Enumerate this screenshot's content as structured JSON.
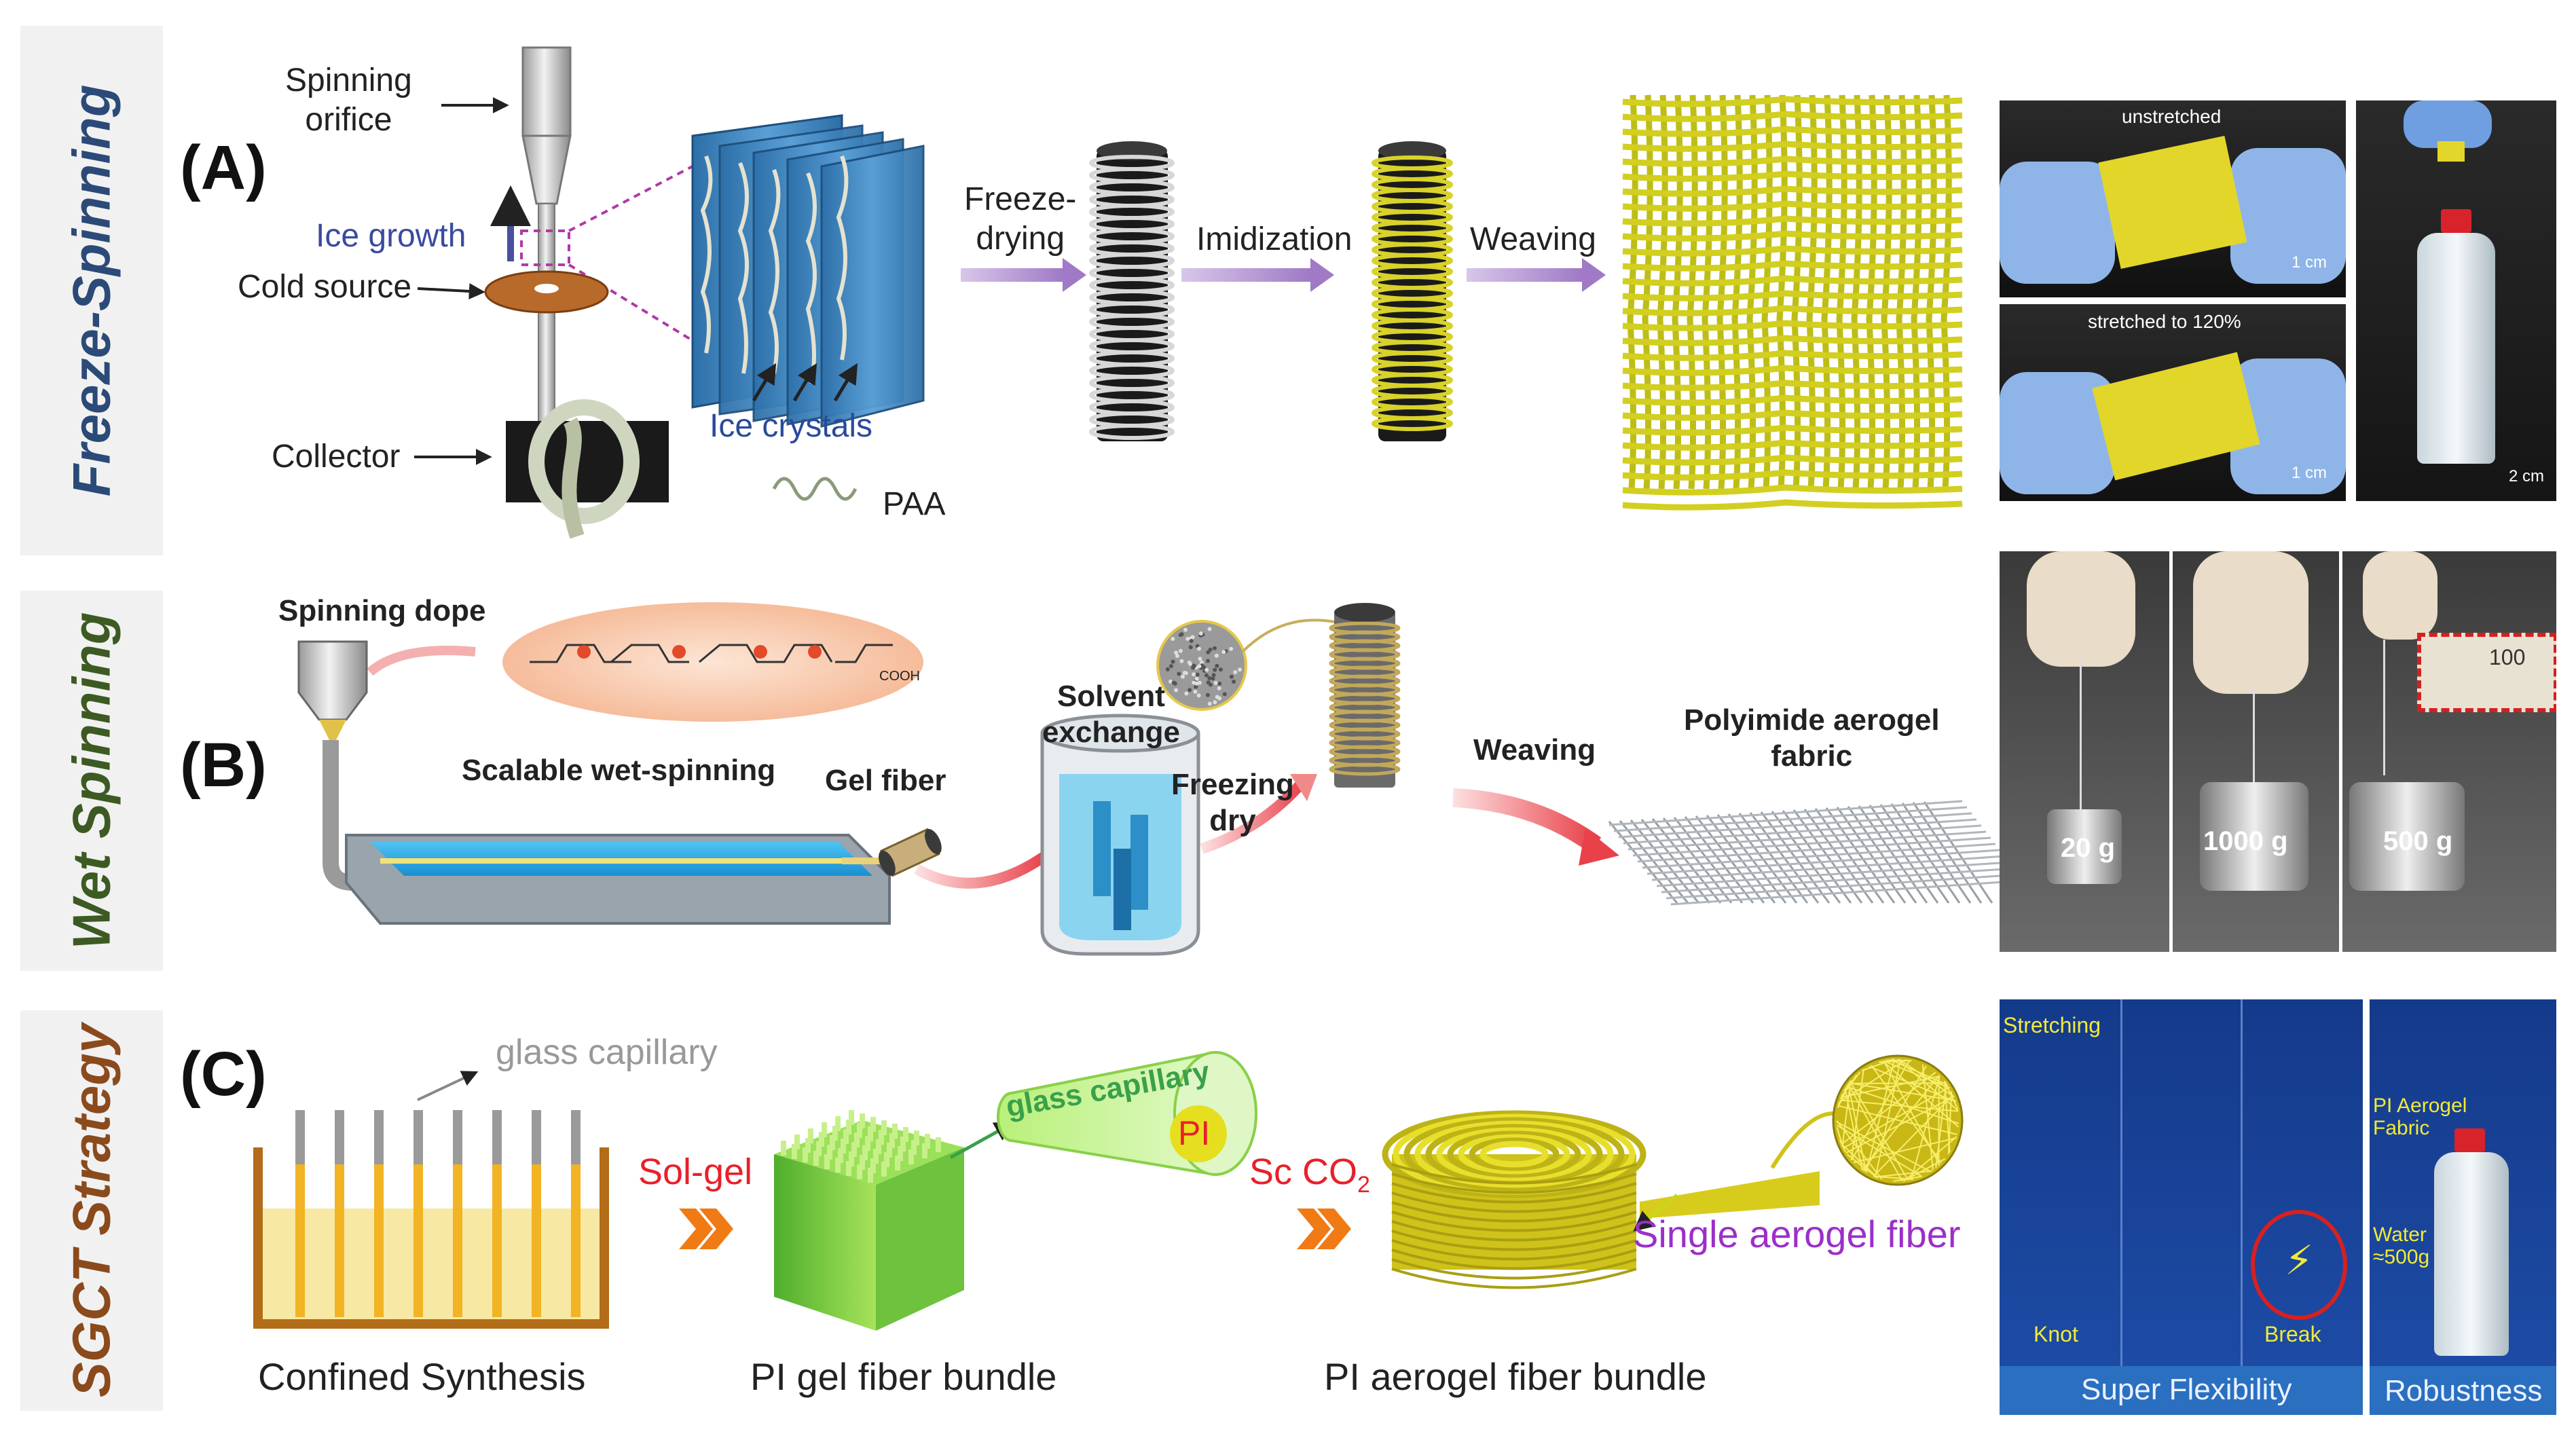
{
  "sidebar": {
    "a": "Freeze-Spinning",
    "b": "Wet Spinning",
    "c": "SGCT Strategy"
  },
  "panel_a": {
    "letter": "(A)",
    "spinning_orifice": "Spinning\norifice",
    "ice_growth": "Ice growth",
    "cold_source": "Cold source",
    "collector": "Collector",
    "ice_crystals": "Ice crystals",
    "paa": "PAA",
    "step1": "Freeze-\ndrying",
    "step2": "Imidization",
    "step3": "Weaving",
    "photo_unstretched": "unstretched",
    "photo_stretched": "stretched to 120%",
    "scale_1cm_a": "1 cm",
    "scale_1cm_b": "1 cm",
    "scale_2cm": "2 cm"
  },
  "panel_b": {
    "letter": "(B)",
    "spinning_dope": "Spinning dope",
    "scalable": "Scalable wet-spinning",
    "gel_fiber": "Gel fiber",
    "solvent_exchange": "Solvent\nexchange",
    "freezing_dry": "Freezing\ndry",
    "weaving": "Weaving",
    "fabric": "Polyimide aerogel\nfabric",
    "w1": "20 g",
    "w2": "1000 g",
    "w3": "500 g",
    "ruler": "100",
    "cooh": "COOH"
  },
  "panel_c": {
    "letter": "(C)",
    "glass_capillary": "glass capillary",
    "confined": "Confined Synthesis",
    "sol_gel": "Sol-gel",
    "pi_gel": "PI gel fiber bundle",
    "capillary_tube": "glass capillary",
    "pi": "PI",
    "sc_co2": "Sc CO",
    "sc_sub": "2",
    "pi_aerogel": "PI aerogel fiber bundle",
    "single": "Single aerogel fiber",
    "stretching": "Stretching",
    "knot": "Knot",
    "break": "Break",
    "pi_fabric": "PI Aerogel\nFabric",
    "water": "Water\n≈500g",
    "super": "Super Flexibility",
    "robust": "Robustness"
  },
  "colors": {
    "yellow": "#d9d42a",
    "arrow_purple": "#b394cf",
    "orange": "#f07a14",
    "blue": "#2e61a0",
    "sol_gel_red": "#e8202a",
    "single_purple": "#9b2fc9"
  }
}
